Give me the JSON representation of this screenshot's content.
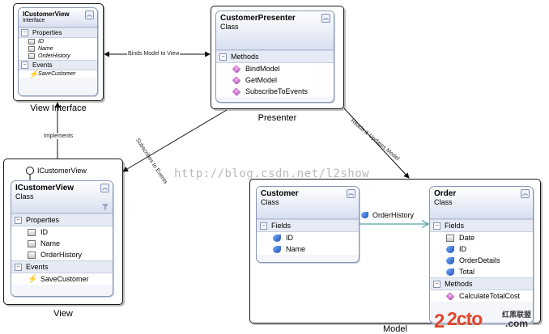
{
  "view_interface": {
    "label": "View Interface",
    "class": {
      "name": "ICustomerView",
      "stereotype": "Interface",
      "sections": [
        {
          "title": "Properties",
          "members": [
            {
              "name": "ID",
              "icon": "property-icon"
            },
            {
              "name": "Name",
              "icon": "property-icon"
            },
            {
              "name": "OrderHistory",
              "icon": "property-icon"
            }
          ]
        },
        {
          "title": "Events",
          "members": [
            {
              "name": "SaveCustomer",
              "icon": "event-icon"
            }
          ]
        }
      ]
    }
  },
  "presenter": {
    "label": "Presenter",
    "class": {
      "name": "CustomerPresenter",
      "stereotype": "Class",
      "sections": [
        {
          "title": "Methods",
          "members": [
            {
              "name": "BindModel",
              "icon": "method-icon"
            },
            {
              "name": "GetModel",
              "icon": "method-icon"
            },
            {
              "name": "SubscribeToEvents",
              "icon": "method-icon"
            }
          ]
        }
      ]
    }
  },
  "view": {
    "label": "View",
    "interface_lollipop": "ICustomerView",
    "class": {
      "name": "ICustomerView",
      "stereotype": "Class",
      "sections": [
        {
          "title": "Properties",
          "members": [
            {
              "name": "ID",
              "icon": "property-icon"
            },
            {
              "name": "Name",
              "icon": "property-icon"
            },
            {
              "name": "OrderHistory",
              "icon": "property-icon"
            }
          ]
        },
        {
          "title": "Events",
          "members": [
            {
              "name": "SaveCustomer",
              "icon": "event-icon"
            }
          ]
        }
      ]
    }
  },
  "model": {
    "label": "Model",
    "customer": {
      "name": "Customer",
      "stereotype": "Class",
      "sections": [
        {
          "title": "Fields",
          "members": [
            {
              "name": "ID",
              "icon": "field-icon"
            },
            {
              "name": "Name",
              "icon": "field-icon"
            }
          ]
        }
      ]
    },
    "order": {
      "name": "Order",
      "stereotype": "Class",
      "sections": [
        {
          "title": "Fields",
          "members": [
            {
              "name": "Date",
              "icon": "property-icon"
            },
            {
              "name": "ID",
              "icon": "field-icon"
            },
            {
              "name": "OrderDetails",
              "icon": "field-icon"
            },
            {
              "name": "Total",
              "icon": "field-icon"
            }
          ]
        },
        {
          "title": "Methods",
          "members": [
            {
              "name": "CalculateTotalCost",
              "icon": "method-icon"
            }
          ]
        }
      ]
    },
    "association_label": "OrderHistory"
  },
  "connectors": {
    "binds": "Binds Model to View",
    "implements": "Implements",
    "subscribes": "Subscribes to Events",
    "reads": "Reads & Updates Model"
  },
  "watermark": "http://blog.csdn.net/l2show",
  "logo": {
    "main": "2cto",
    "sub": "红黑联盟",
    "domain": ".com"
  }
}
